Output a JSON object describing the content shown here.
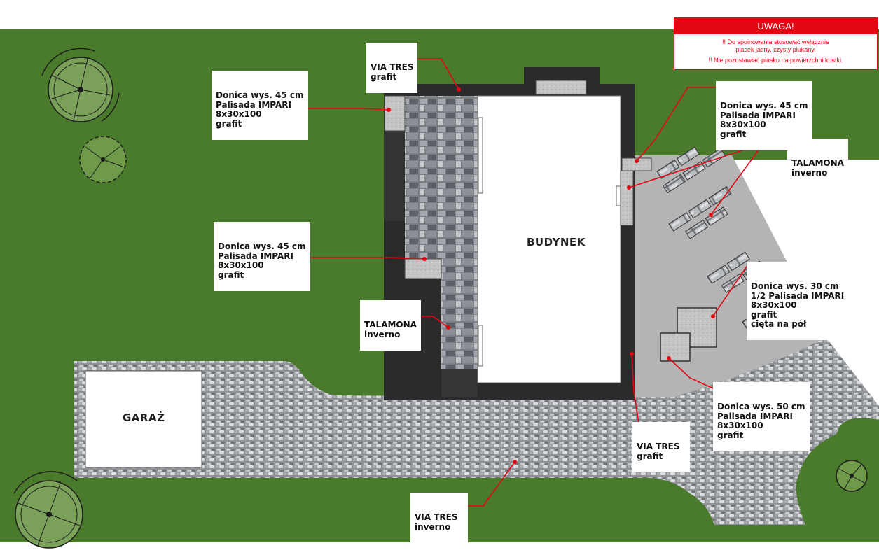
{
  "notice": {
    "title": "UWAGA!",
    "line1": "!! Do spoinowania stosować wyłącznie",
    "line2": "piasek jasny, czysty płukany.",
    "line3": "!! Nie pozostawiać piasku na powierzchni kostki."
  },
  "plan_labels": {
    "building": "BUDYNEK",
    "garage": "GARAŻ"
  },
  "callouts": {
    "via_tres_grafit_top": [
      "VIA TRES",
      "grafit"
    ],
    "donica_45_top_left": [
      "Donica wys. 45 cm",
      "Palisada IMPARI",
      "8x30x100",
      "grafit"
    ],
    "donica_45_mid_left": [
      "Donica wys. 45 cm",
      "Palisada IMPARI",
      "8x30x100",
      "grafit"
    ],
    "talamona_left": [
      "TALAMONA",
      "inverno"
    ],
    "donica_45_right": [
      "Donica wys. 45 cm",
      "Palisada IMPARI",
      "8x30x100",
      "grafit"
    ],
    "talamona_right": [
      "TALAMONA",
      "inverno"
    ],
    "donica_30_right": [
      "Donica wys. 30 cm",
      "1/2 Palisada IMPARI",
      "8x30x100",
      "grafit",
      "cięta na pół"
    ],
    "donica_50_right": [
      "Donica wys. 50 cm",
      "Palisada IMPARI",
      "8x30x100",
      "grafit"
    ],
    "via_tres_grafit_bottom": [
      "VIA TRES",
      "grafit"
    ],
    "via_tres_inverno": [
      "VIA TRES",
      "inverno"
    ]
  },
  "colors": {
    "grass": "#4a7a2c",
    "paving_grafit": "#2d2d2d",
    "paving_inverno": "#9a9ca0",
    "terrace_light": "#b4b4b4",
    "planter": "#c2c2c2",
    "leader_line": "#e30613",
    "notice_red": "#e30613"
  }
}
